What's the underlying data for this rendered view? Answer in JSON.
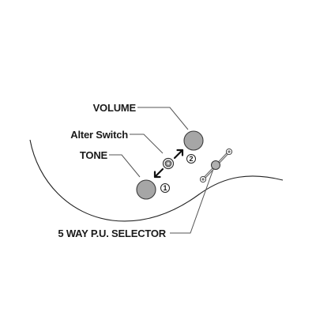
{
  "labels": {
    "volume": "VOLUME",
    "alter_switch": "Alter Switch",
    "tone": "TONE",
    "selector": "5 WAY P.U. SELECTOR"
  },
  "position_markers": {
    "one": "1",
    "two": "2"
  },
  "colors": {
    "knob_fill": "#a6a6a6",
    "line": "#222222",
    "leader": "#555555",
    "text": "#1a1a1a"
  }
}
